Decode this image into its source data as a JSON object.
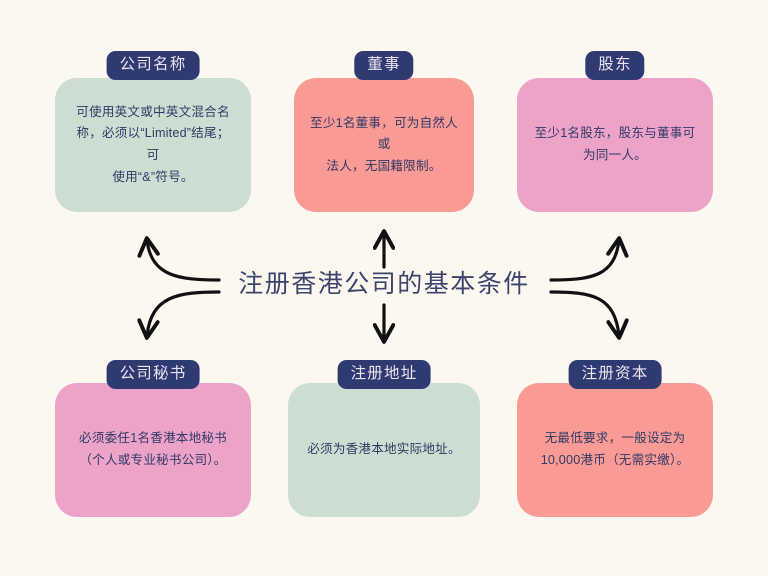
{
  "page": {
    "background_color": "#fcf8ef",
    "center_title": "注册香港公司的基本条件"
  },
  "theme": {
    "badge_bg": "#2f3a70",
    "badge_text": "#e9e3f2",
    "body_text": "#303a66",
    "title_text": "#3d4470",
    "arrow_color": "#111111",
    "card_green": "#cbded1",
    "card_salmon": "#f99b94",
    "card_pink": "#eda2c8"
  },
  "chart_data": {
    "type": "diagram",
    "title": "注册香港公司的基本条件",
    "layout": "central-hub with six satellite cards (3 top, 3 bottom)",
    "nodes": [
      {
        "id": "company-name",
        "badge": "公司名称",
        "body": "可使用英文或中英文混合名称，必须以“Limited”结尾；可使用“&”符号。",
        "color": "#cbded1",
        "position": "top-left"
      },
      {
        "id": "director",
        "badge": "董事",
        "body": "至少1名董事，可为自然人或法人，无国籍限制。",
        "color": "#f99b94",
        "position": "top-center"
      },
      {
        "id": "shareholder",
        "badge": "股东",
        "body": "至少1名股东，股东与董事可为同一人。",
        "color": "#eda2c8",
        "position": "top-right"
      },
      {
        "id": "company-secretary",
        "badge": "公司秘书",
        "body": "必须委任1名香港本地秘书（个人或专业秘书公司）。",
        "color": "#eda2c8",
        "position": "bottom-left"
      },
      {
        "id": "registered-address",
        "badge": "注册地址",
        "body": "必须为香港本地实际地址。",
        "color": "#cbded1",
        "position": "bottom-center"
      },
      {
        "id": "registered-capital",
        "badge": "注册资本",
        "body": "无最低要求，一般设定为10,000港币（无需实缴）。",
        "color": "#f99b94",
        "position": "bottom-right"
      }
    ],
    "edges": [
      {
        "from": "center",
        "to": "company-name",
        "style": "curved-arrow"
      },
      {
        "from": "center",
        "to": "director",
        "style": "straight-arrow"
      },
      {
        "from": "center",
        "to": "shareholder",
        "style": "curved-arrow"
      },
      {
        "from": "center",
        "to": "company-secretary",
        "style": "curved-arrow"
      },
      {
        "from": "center",
        "to": "registered-address",
        "style": "straight-arrow"
      },
      {
        "from": "center",
        "to": "registered-capital",
        "style": "curved-arrow"
      }
    ]
  },
  "cards": {
    "top_left": {
      "badge": "公司名称",
      "body": "可使用英文或中英文混合名\n称，必须以“Limited”结尾；可\n使用“&”符号。"
    },
    "top_center": {
      "badge": "董事",
      "body": "至少1名董事，可为自然人或\n法人，无国籍限制。"
    },
    "top_right": {
      "badge": "股东",
      "body": "至少1名股东，股东与董事可\n为同一人。"
    },
    "bottom_left": {
      "badge": "公司秘书",
      "body": "必须委任1名香港本地秘书\n（个人或专业秘书公司）。"
    },
    "bottom_center": {
      "badge": "注册地址",
      "body": "必须为香港本地实际地址。"
    },
    "bottom_right": {
      "badge": "注册资本",
      "body": "无最低要求，一般设定为\n10,000港币（无需实缴）。"
    }
  }
}
